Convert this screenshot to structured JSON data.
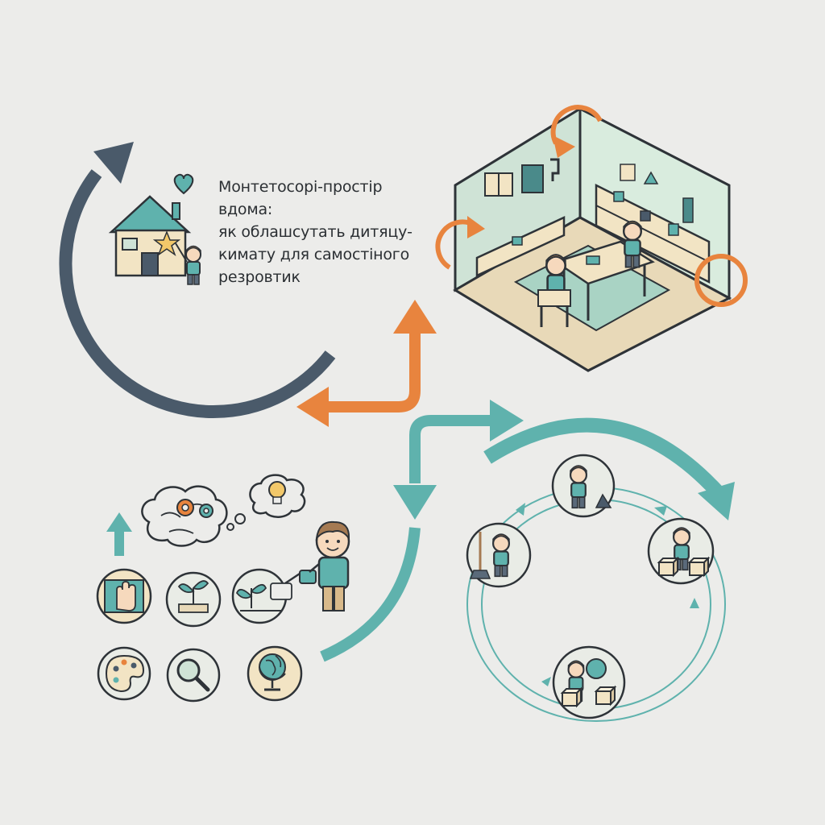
{
  "title": {
    "lines": [
      "Монтетосорі-простір",
      "вдома:",
      "як облашсутать дитяцу-",
      "кимату для самостіного",
      "резровтик"
    ]
  },
  "colors": {
    "background": "#ececea",
    "navy": "#4a5a6a",
    "orange": "#e8843e",
    "teal": "#5fb2ad",
    "outline": "#2e3338",
    "room_wall": "#cfe3d6",
    "room_floor": "#e8d9b8",
    "rug": "#a9d3c4",
    "furniture": "#f2e4c4",
    "circle_fill": "#e9ece6"
  },
  "icons": {
    "house": "house-with-child-icon",
    "heart": "heart-icon",
    "room": "montessori-room-icon",
    "brain": "brain-gears-icon",
    "idea": "lightbulb-thought-icon",
    "up_arrow": "up-arrow-icon",
    "child_watering": "child-watering-plant-icon",
    "activities": [
      "hands-sensory-icon",
      "sprout-icon",
      "watering-plant-icon",
      "palette-icon",
      "magnifier-icon",
      "globe-icon"
    ],
    "cycle": [
      "child-watering-cycle-icon",
      "child-blocks-cycle-icon",
      "child-sweeping-cycle-icon",
      "child-globe-blocks-cycle-icon"
    ]
  }
}
